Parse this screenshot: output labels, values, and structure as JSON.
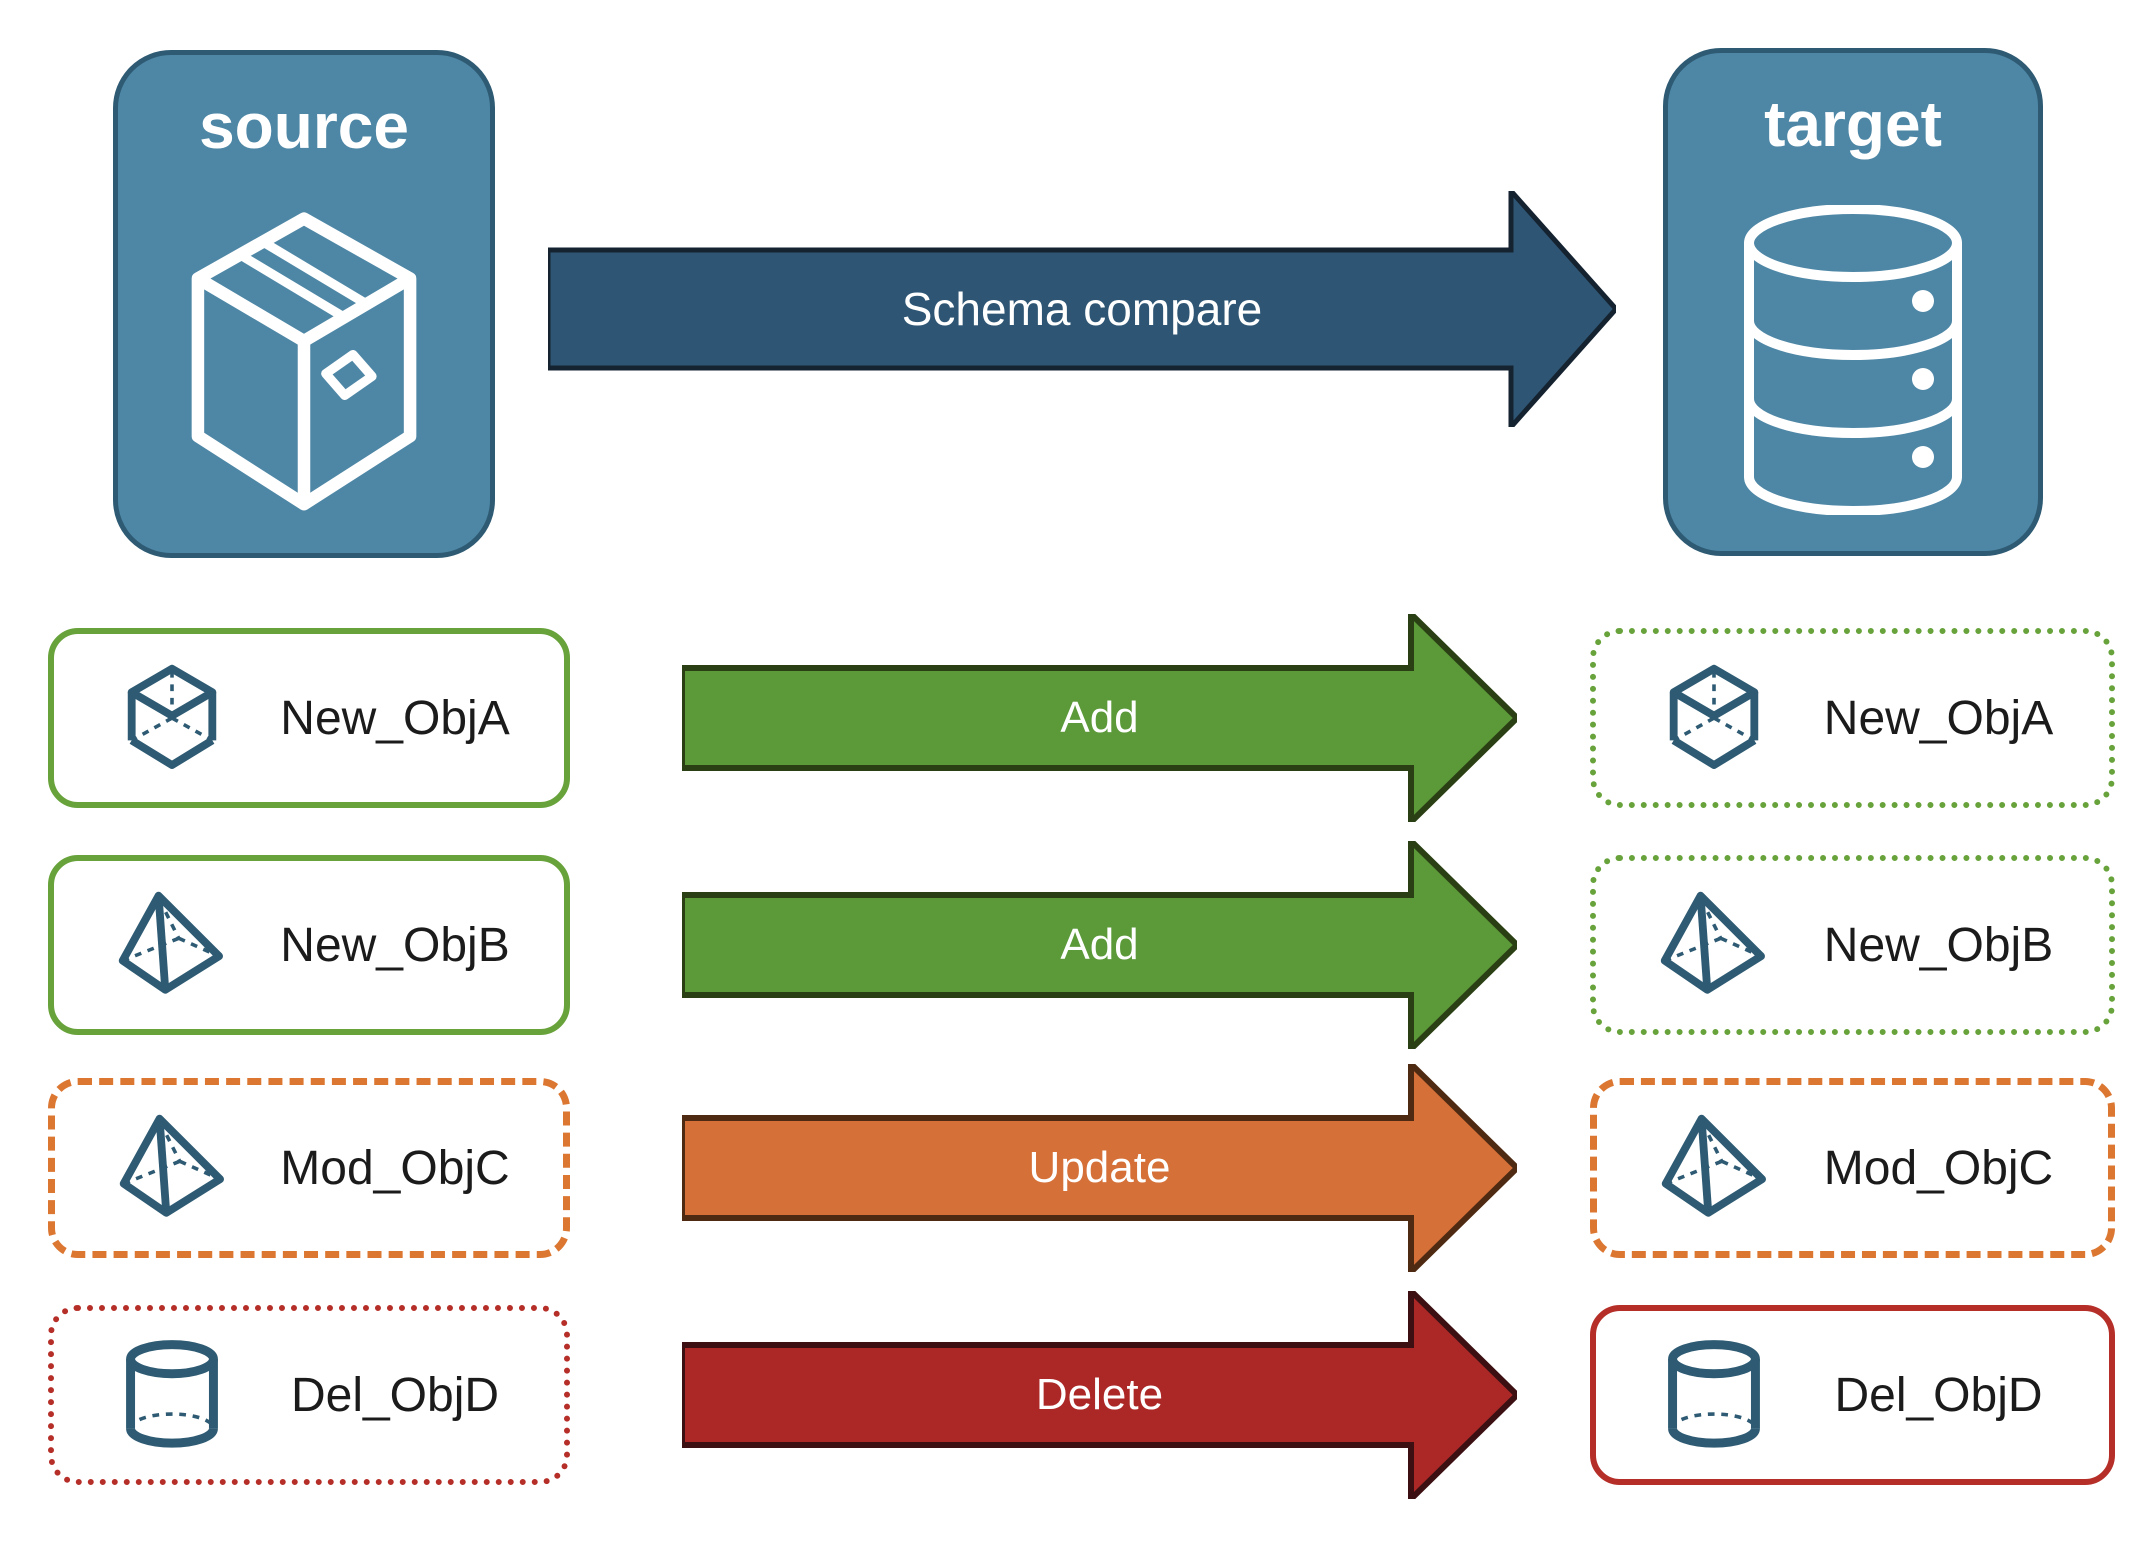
{
  "source_card": {
    "title": "source",
    "icon": "package-box-icon"
  },
  "target_card": {
    "title": "target",
    "icon": "database-icon"
  },
  "main_arrow": {
    "label": "Schema compare"
  },
  "rows": [
    {
      "label": "New_ObjA",
      "icon": "cube-icon",
      "action_label": "Add",
      "change_type": "add",
      "source_box_style": "solid-green",
      "target_box_style": "dotted-green"
    },
    {
      "label": "New_ObjB",
      "icon": "pyramid-icon",
      "action_label": "Add",
      "change_type": "add",
      "source_box_style": "solid-green",
      "target_box_style": "dotted-green"
    },
    {
      "label": "Mod_ObjC",
      "icon": "pyramid-icon",
      "action_label": "Update",
      "change_type": "update",
      "source_box_style": "dashed-orange",
      "target_box_style": "dashed-orange"
    },
    {
      "label": "Del_ObjD",
      "icon": "cylinder-icon",
      "action_label": "Delete",
      "change_type": "delete",
      "source_box_style": "dotted-red",
      "target_box_style": "solid-red"
    }
  ],
  "colors": {
    "card_fill": "#4e87a6",
    "card_border": "#2e5b73",
    "main_arrow_fill": "#2e5674",
    "main_arrow_stroke": "#15222f",
    "add_fill": "#5b9939",
    "add_stroke": "#2b3f14",
    "update_fill": "#d57038",
    "update_stroke": "#4f2a12",
    "delete_fill": "#ac2827",
    "delete_stroke": "#3c1013",
    "green_border": "#67a23a",
    "orange_border": "#dc7732",
    "red_border": "#b62e28",
    "icon_stroke": "#2e5b73",
    "label_text": "#1b1b1b"
  }
}
